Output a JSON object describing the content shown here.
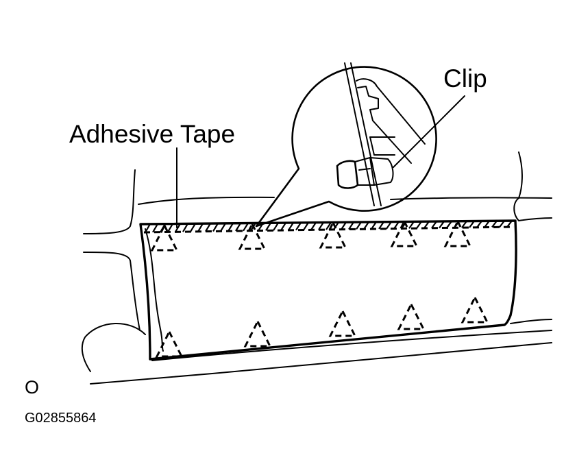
{
  "labels": {
    "clip": "Clip",
    "adhesive_tape": "Adhesive Tape",
    "view_marker": "O",
    "figure_code": "G02855864"
  },
  "icons": {
    "clip_location_mark": "dashed-triangle-icon"
  },
  "colors": {
    "line": "#000000",
    "background": "#ffffff"
  }
}
